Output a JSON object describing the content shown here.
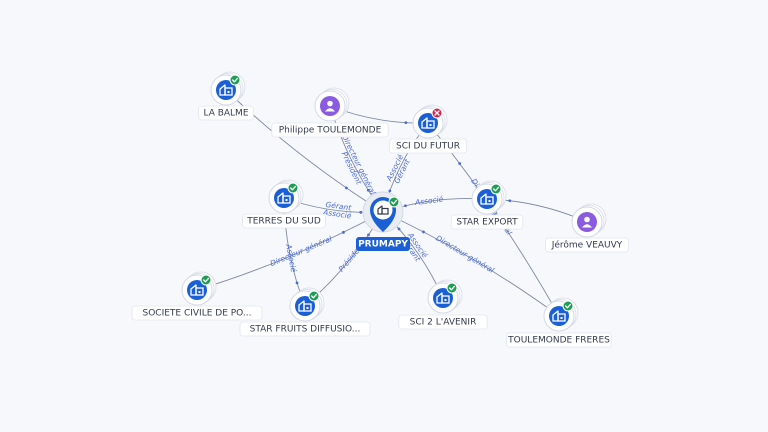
{
  "colors": {
    "company": "#1a5fd6",
    "person": "#8a5be0",
    "edge": "#7f8aa3",
    "edge_label": "#4b6bd8",
    "active_badge": "#1e9e52",
    "inactive_badge": "#d4264d",
    "center_tag": "#1a5fd6"
  },
  "center": {
    "id": "center",
    "label": "PRUMAPY",
    "icon": "building-icon",
    "status": "active"
  },
  "nodes": [
    {
      "id": "la-balme",
      "label": "LA BALME",
      "kind": "company",
      "icon": "building-icon",
      "status": "active"
    },
    {
      "id": "philippe",
      "label": "Philippe TOULEMONDE",
      "kind": "person",
      "icon": "person-icon",
      "status": ""
    },
    {
      "id": "sci-futur",
      "label": "SCI DU FUTUR",
      "kind": "company",
      "icon": "building-icon",
      "status": "inactive"
    },
    {
      "id": "terres-sud",
      "label": "TERRES DU SUD",
      "kind": "company",
      "icon": "building-icon",
      "status": "active"
    },
    {
      "id": "star-export",
      "label": "STAR EXPORT",
      "kind": "company",
      "icon": "building-icon",
      "status": "active"
    },
    {
      "id": "jerome",
      "label": "Jérôme VEAUVY",
      "kind": "person",
      "icon": "person-icon",
      "status": ""
    },
    {
      "id": "societe-civile",
      "label": "SOCIETE CIVILE DE PO...",
      "kind": "company",
      "icon": "building-icon",
      "status": "active"
    },
    {
      "id": "star-fruits",
      "label": "STAR FRUITS DIFFUSIO...",
      "kind": "company",
      "icon": "building-icon",
      "status": "active"
    },
    {
      "id": "sci-avenir",
      "label": "SCI 2 L'AVENIR",
      "kind": "company",
      "icon": "building-icon",
      "status": "active"
    },
    {
      "id": "toulemonde-freres",
      "label": "TOULEMONDE FRERES",
      "kind": "company",
      "icon": "building-icon",
      "status": "active"
    }
  ],
  "edges": [
    {
      "from": "la-balme",
      "to": "center",
      "labels": []
    },
    {
      "from": "philippe",
      "to": "center",
      "labels": [
        "Directeur général",
        "Président"
      ]
    },
    {
      "from": "philippe",
      "to": "sci-futur",
      "labels": []
    },
    {
      "from": "sci-futur",
      "to": "center",
      "labels": [
        "Gérant",
        "Associé"
      ]
    },
    {
      "from": "terres-sud",
      "to": "center",
      "labels": [
        "Gérant",
        "Associé"
      ]
    },
    {
      "from": "star-export",
      "to": "center",
      "labels": [
        "Associé"
      ]
    },
    {
      "from": "jerome",
      "to": "star-export",
      "labels": []
    },
    {
      "from": "societe-civile",
      "to": "center",
      "labels": [
        "Directeur général"
      ]
    },
    {
      "from": "star-fruits",
      "to": "center",
      "labels": [
        "Président"
      ]
    },
    {
      "from": "terres-sud",
      "to": "star-fruits",
      "labels": [
        "Associé"
      ]
    },
    {
      "from": "sci-avenir",
      "to": "center",
      "labels": [
        "Gérant",
        "Associé"
      ]
    },
    {
      "from": "toulemonde-freres",
      "to": "center",
      "labels": [
        "Directeur général"
      ]
    },
    {
      "from": "toulemonde-freres",
      "to": "sci-futur",
      "labels": [
        "Directeur général"
      ]
    }
  ]
}
